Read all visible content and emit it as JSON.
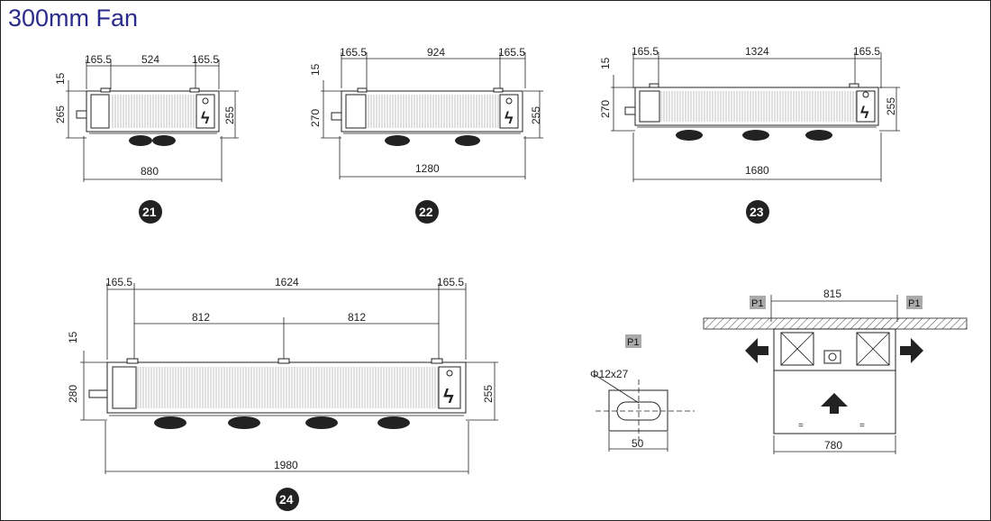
{
  "title": "300mm Fan",
  "units": [
    {
      "id": "21",
      "dims": {
        "left": "165.5",
        "center": "524",
        "right": "165.5",
        "top": "15",
        "left_height": "265",
        "right_height": "255",
        "length": "880"
      },
      "fans": 2
    },
    {
      "id": "22",
      "dims": {
        "left": "165.5",
        "center": "924",
        "right": "165.5",
        "top": "15",
        "left_height": "270",
        "right_height": "255",
        "length": "1280"
      },
      "fans": 2
    },
    {
      "id": "23",
      "dims": {
        "left": "165.5",
        "center": "1324",
        "right": "165.5",
        "top": "15",
        "left_height": "270",
        "right_height": "255",
        "length": "1680"
      },
      "fans": 3
    },
    {
      "id": "24",
      "dims": {
        "left": "165.5",
        "center": "1624",
        "right": "165.5",
        "mid_left": "812",
        "mid_right": "812",
        "top": "15",
        "left_height": "280",
        "right_height": "255",
        "length": "1980"
      },
      "fans": 4
    }
  ],
  "hole_detail": {
    "label": "P1",
    "hole": "Φ12x27",
    "width": "50"
  },
  "mount_detail": {
    "label_left": "P1",
    "label_right": "P1",
    "top_span": "815",
    "bottom_span": "780"
  }
}
